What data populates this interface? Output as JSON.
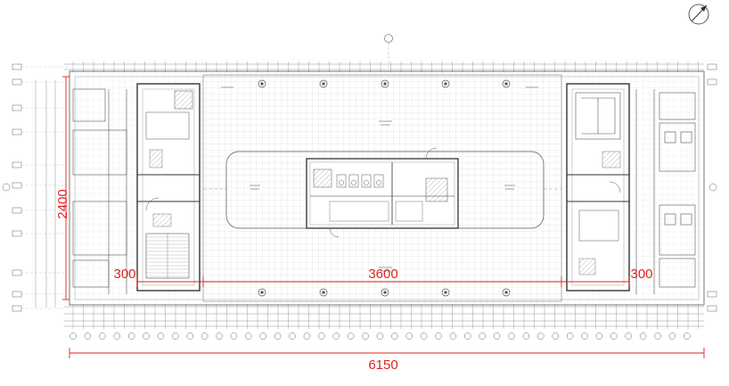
{
  "dimensions": {
    "height_label": "2400",
    "left_core_label": "300",
    "center_span_label": "3600",
    "right_core_label": "300",
    "total_width_label": "6150"
  },
  "icons": {
    "north_arrow": "north-arrow-icon",
    "grid_bubble": "grid-bubble-icon",
    "column": "column-icon",
    "stair": "stair-icon",
    "door_swing": "door-swing-icon",
    "toilet": "toilet-icon"
  },
  "colors": {
    "dimension": "#e0211f",
    "linework": "#4a4a4a",
    "grid": "#c9c9c9",
    "hatch": "#8a8a8a"
  }
}
